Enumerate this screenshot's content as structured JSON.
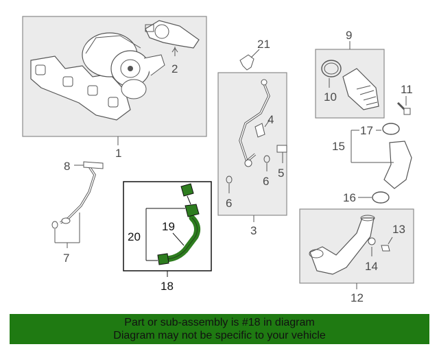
{
  "callouts": {
    "c1": "1",
    "c2": "2",
    "c3": "3",
    "c4": "4",
    "c5": "5",
    "c6a": "6",
    "c6b": "6",
    "c7": "7",
    "c8": "8",
    "c9": "9",
    "c10": "10",
    "c11": "11",
    "c12": "12",
    "c13": "13",
    "c14": "14",
    "c15": "15",
    "c16": "16",
    "c17": "17",
    "c18": "18",
    "c19": "19",
    "c20": "20",
    "c21": "21"
  },
  "colors": {
    "highlight_part": "#2e7d1f",
    "banner_bg": "#1f7a12",
    "box_fill": "#ebebeb",
    "box_stroke": "#8a8a8a",
    "line": "#555555"
  },
  "banner": {
    "line1": "Part or sub-assembly is #18 in diagram",
    "line2": "Diagram may not be specific to your vehicle"
  }
}
